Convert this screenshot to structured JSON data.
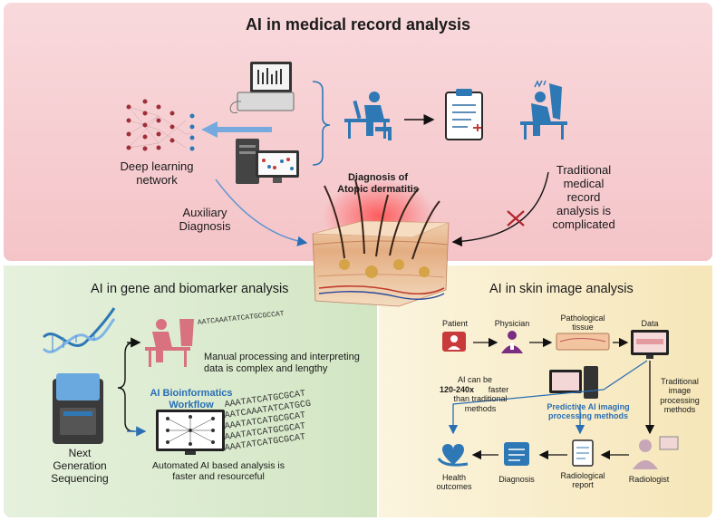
{
  "top_panel": {
    "title": "AI in medical record analysis",
    "deep_learning_label": "Deep learning\nnetwork",
    "auxiliary_label": "Auxiliary\nDiagnosis",
    "diagnosis_label": "Diagnosis of\nAtopic dermatitis",
    "traditional_label": "Traditional\nmedical\nrecord\nanalysis is\ncomplicated"
  },
  "left_panel": {
    "title": "AI in gene and biomarker analysis",
    "ngs_label": "Next\nGeneration\nSequencing",
    "manual_label": "Manual processing and interpreting\ndata is complex and lengthy",
    "workflow_label": "AI Bioinformatics\nWorkflow",
    "automated_label": "Automated AI based analysis is\nfaster and resourceful",
    "dna_seq_short": "AATCAAATATCATGCGCCAT",
    "dna_seq_lines": [
      "AAATATCATGCGCAT",
      "AATCAAATATCATGCG",
      "AAATATCATGCGCAT",
      "AAATATCATGCGCAT",
      "AAATATCATGCGCAT"
    ]
  },
  "right_panel": {
    "title": "AI in skin image analysis",
    "patient": "Patient",
    "physician": "Physician",
    "pathological": "Pathological\ntissue",
    "data": "Data",
    "speed_pre": "AI can be",
    "speed_value": "120-240x",
    "speed_post": "faster\nthan traditional\nmethods",
    "predictive": "Predictive AI imaging\nprocessing methods",
    "traditional_methods": "Traditional\nimage\nprocessing\nmethods",
    "health": "Health\noutcomes",
    "diagnosis": "Diagnosis",
    "radiological": "Radiological\nreport",
    "radiologist": "Radiologist"
  },
  "colors": {
    "top_bg": "#f6cdd1",
    "left_bg": "#dcebd0",
    "right_bg": "#f8ecc8",
    "icon_blue": "#2f78b6",
    "dark_red": "#9e2f3a",
    "link_blue": "#2a6fb5"
  },
  "icons": [
    "laptop-icon",
    "desktop-computer-icon",
    "neural-network-icon",
    "person-at-desk-icon",
    "clipboard-icon",
    "stressed-person-icon",
    "skin-cross-section-image",
    "dna-helix-icon",
    "sequencer-icon",
    "researcher-at-desk-icon",
    "monitor-neural-icon",
    "patient-icon",
    "physician-icon",
    "tissue-slide-icon",
    "data-monitor-icon",
    "workstation-icon",
    "radiologist-icon",
    "report-icon",
    "diagnosis-icon",
    "health-heart-icon"
  ]
}
